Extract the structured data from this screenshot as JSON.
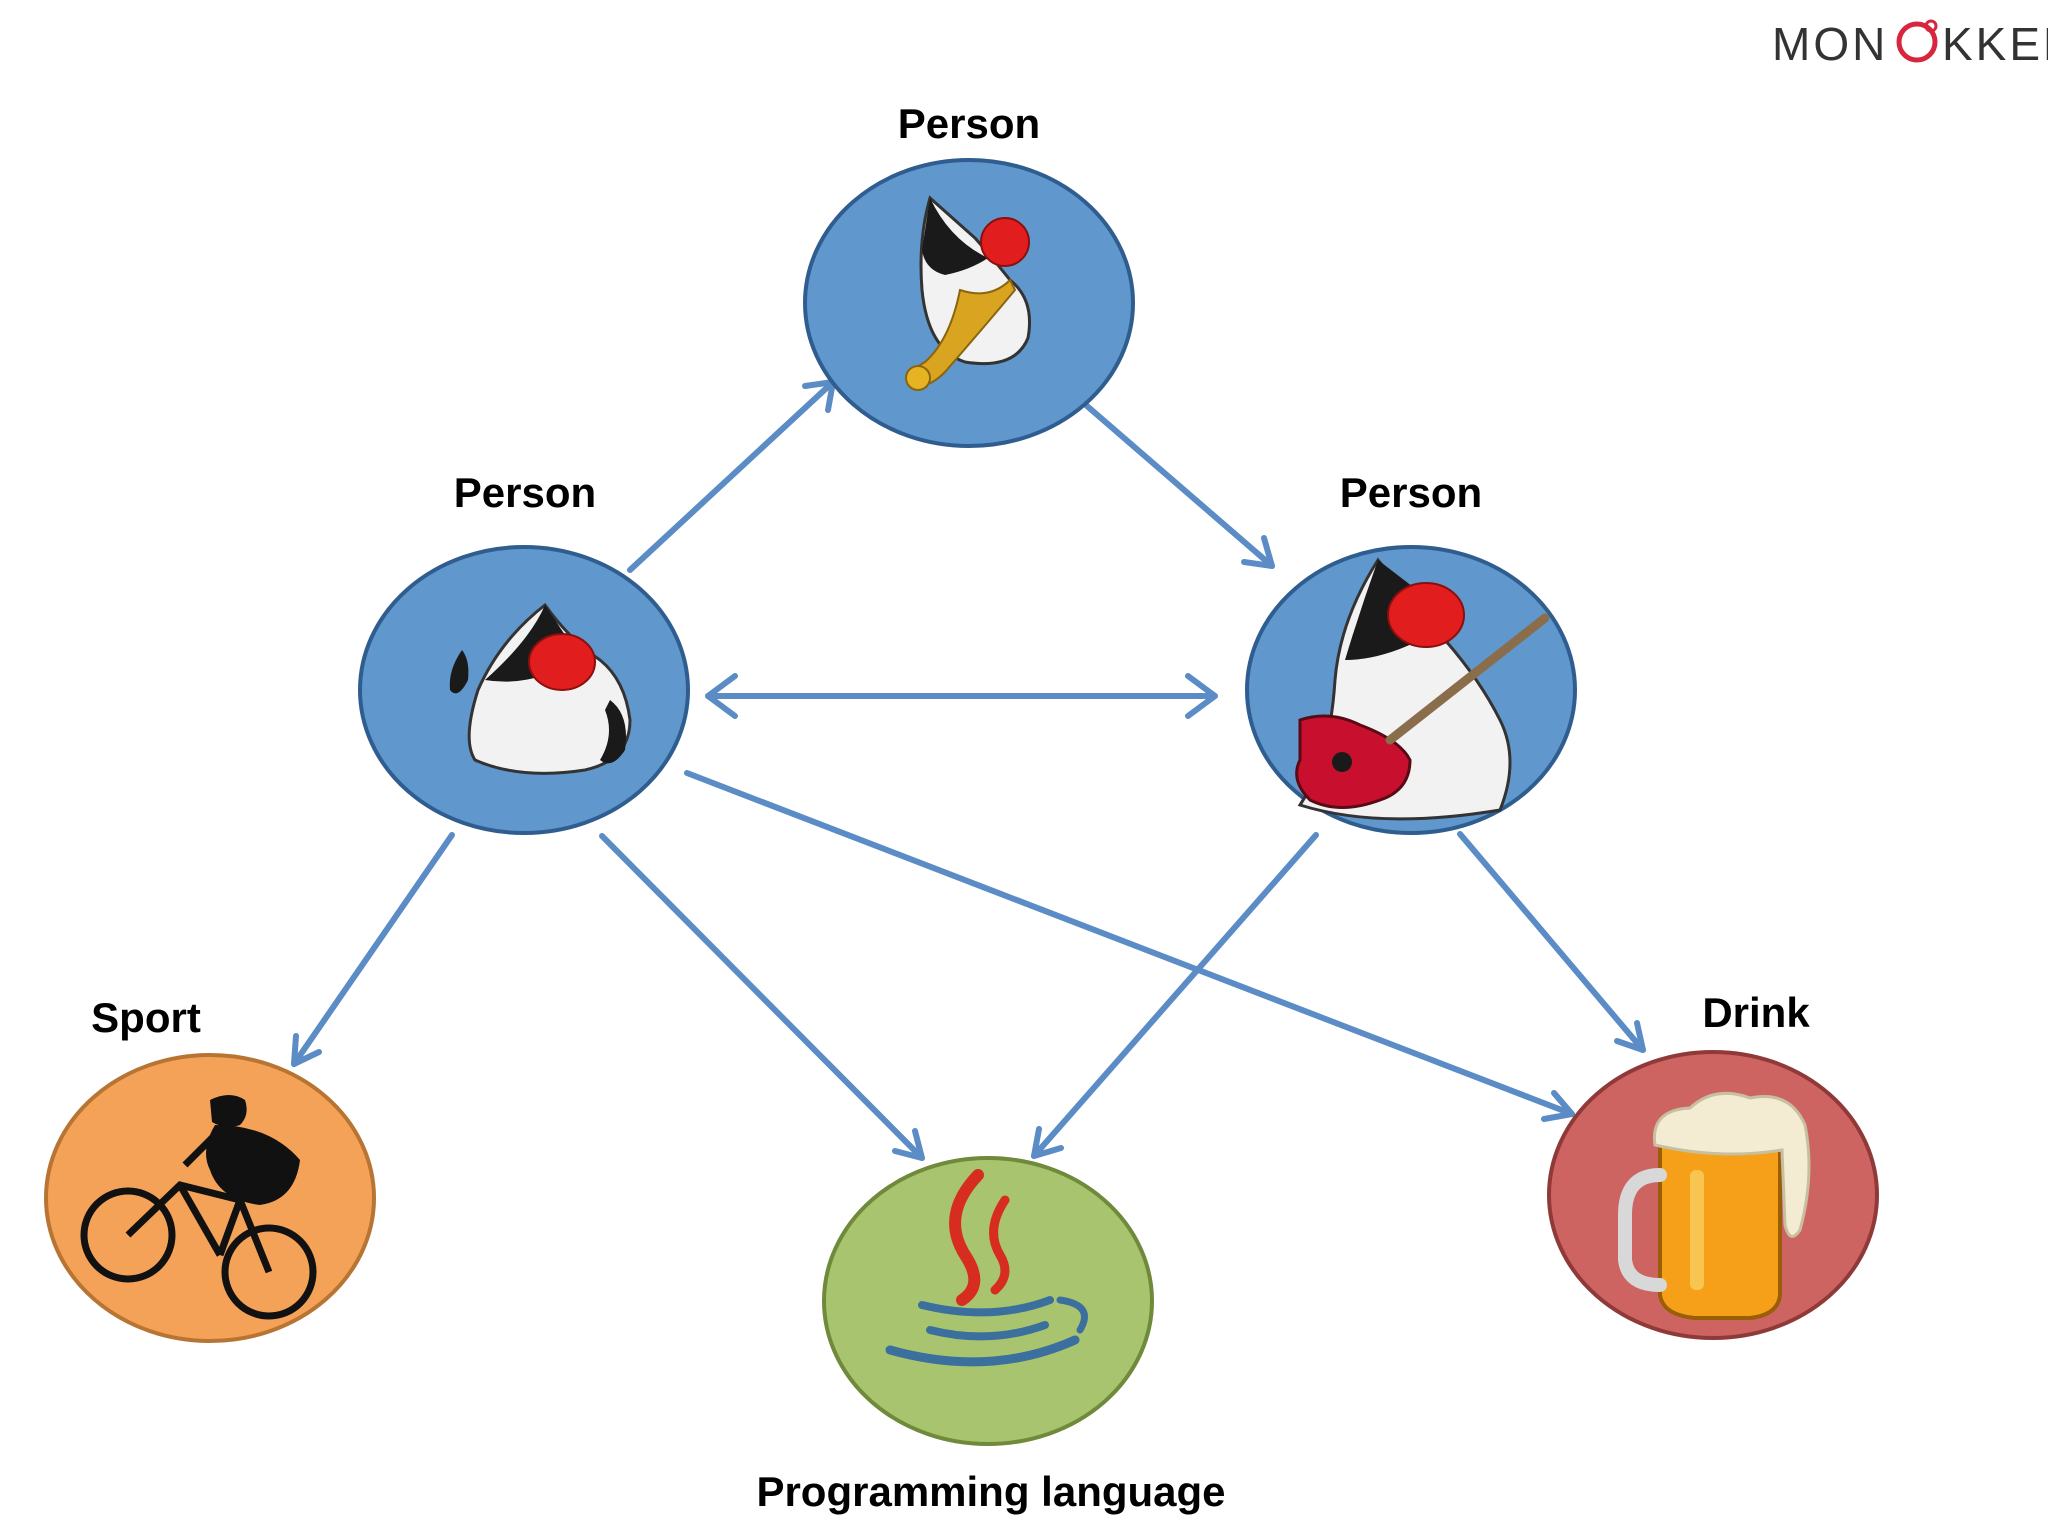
{
  "logo": {
    "prefix": "MON",
    "suffix": "KKEL",
    "ring_color": "#d7263d"
  },
  "colors": {
    "person_node": "#6097cc",
    "person_stroke": "#2f5d8f",
    "sport_node": "#f4a257",
    "sport_stroke": "#b87433",
    "programming_node": "#a9c46e",
    "programming_stroke": "#6f8a3a",
    "drink_node": "#cd6461",
    "drink_stroke": "#8f3a38",
    "edge": "#5b8cc6"
  },
  "nodes": [
    {
      "id": "person-top",
      "label": "Person",
      "icon": "duke-saxophone-icon"
    },
    {
      "id": "person-left",
      "label": "Person",
      "icon": "duke-thumbs-up-icon"
    },
    {
      "id": "person-right",
      "label": "Person",
      "icon": "duke-guitar-icon"
    },
    {
      "id": "sport",
      "label": "Sport",
      "icon": "mountain-bike-rider-icon"
    },
    {
      "id": "programming",
      "label": "Programming language",
      "icon": "java-coffee-cup-icon"
    },
    {
      "id": "drink",
      "label": "Drink",
      "icon": "beer-mug-icon"
    }
  ],
  "edges": [
    {
      "from": "person-left",
      "to": "person-top",
      "direction": "forward"
    },
    {
      "from": "person-top",
      "to": "person-right",
      "direction": "forward"
    },
    {
      "from": "person-left",
      "to": "person-right",
      "direction": "both"
    },
    {
      "from": "person-left",
      "to": "sport",
      "direction": "forward"
    },
    {
      "from": "person-left",
      "to": "programming",
      "direction": "forward"
    },
    {
      "from": "person-left",
      "to": "drink",
      "direction": "forward"
    },
    {
      "from": "person-right",
      "to": "programming",
      "direction": "forward"
    },
    {
      "from": "person-right",
      "to": "drink",
      "direction": "forward"
    }
  ]
}
